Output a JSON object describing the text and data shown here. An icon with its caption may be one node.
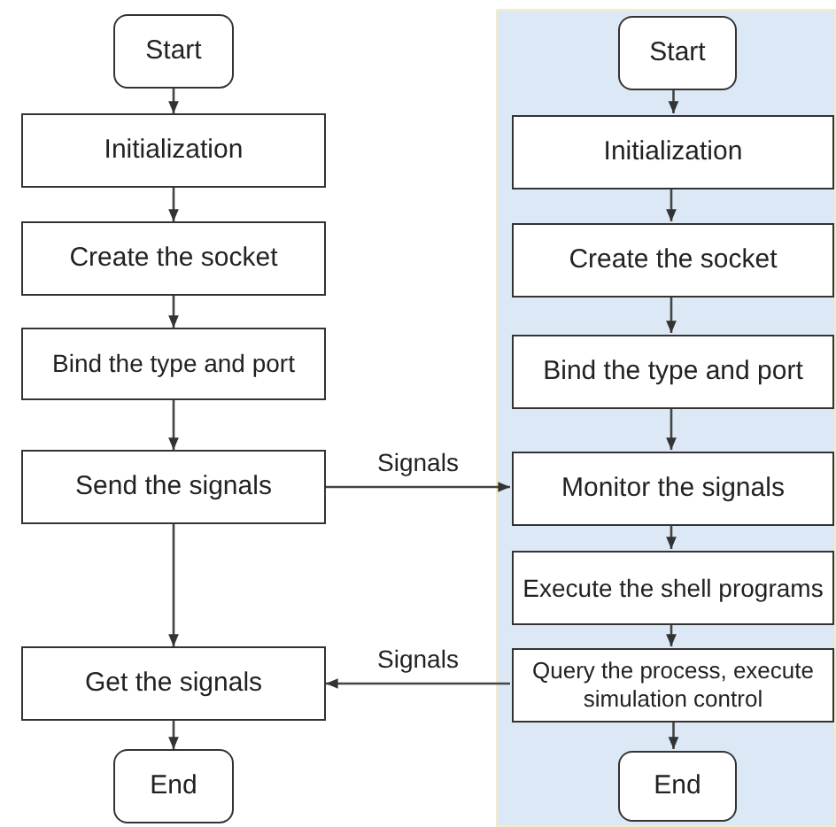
{
  "diagram": {
    "nodes": [
      {
        "text": [
          "Start"
        ]
      },
      {
        "text": [
          "Initialization"
        ]
      },
      {
        "text": [
          "Create the socket"
        ]
      },
      {
        "text": [
          "Bind the type and port"
        ]
      },
      {
        "text": [
          "Send the signals"
        ]
      },
      {
        "text": [
          "Get the signals"
        ]
      },
      {
        "text": [
          "End"
        ]
      },
      {
        "text": [],
        "shape": "box"
      },
      {
        "text": [
          "Start"
        ],
        "in": 7
      },
      {
        "text": [
          "Initialization"
        ],
        "in": 7
      },
      {
        "text": [
          "Create the socket"
        ],
        "in": 7
      },
      {
        "text": [
          "Bind the type and port"
        ],
        "in": 7
      },
      {
        "text": [
          "Monitor the signals"
        ],
        "in": 7
      },
      {
        "text": [
          "Execute the shell programs"
        ],
        "in": 7
      },
      {
        "text": [
          "Query the process, execute simulation control"
        ],
        "in": 7
      },
      {
        "text": [
          "End"
        ],
        "in": 7
      }
    ],
    "edges": [
      {
        "from": 0,
        "to": 1,
        "arrow": "to"
      },
      {
        "from": 1,
        "to": 2,
        "arrow": "to"
      },
      {
        "from": 2,
        "to": 3,
        "arrow": "to"
      },
      {
        "from": 3,
        "to": 4,
        "arrow": "to"
      },
      {
        "from": 4,
        "to": 5,
        "arrow": "to"
      },
      {
        "from": 5,
        "to": 6,
        "arrow": "to"
      },
      {
        "from": 4,
        "to": 12,
        "arrow": "to",
        "label": "Signals"
      },
      {
        "from": 8,
        "to": 9,
        "arrow": "to"
      },
      {
        "from": 9,
        "to": 10,
        "arrow": "to"
      },
      {
        "from": 10,
        "to": 11,
        "arrow": "to"
      },
      {
        "from": 11,
        "to": 12,
        "arrow": "to"
      },
      {
        "from": 12,
        "to": 13,
        "arrow": "to"
      },
      {
        "from": 13,
        "to": 14,
        "arrow": "to"
      },
      {
        "from": 14,
        "to": 15,
        "arrow": "to"
      },
      {
        "from": 14,
        "to": 5,
        "arrow": "to",
        "label": "Signals"
      }
    ]
  }
}
